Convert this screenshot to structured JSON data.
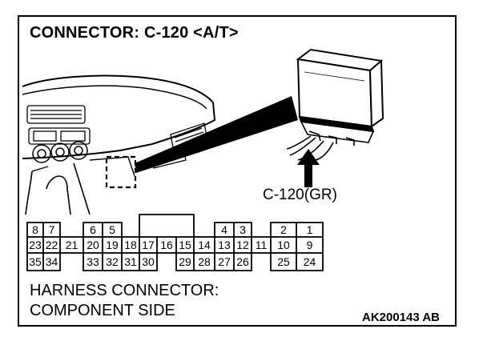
{
  "title": "CONNECTOR: C-120 <A/T>",
  "connector_label": "C-120(GR)",
  "caption": {
    "line1": "HARNESS CONNECTOR:",
    "line2": "COMPONENT SIDE"
  },
  "figure_code": "AK200143 AB",
  "pins": {
    "row1": [
      "8",
      "7",
      "6",
      "5",
      "4",
      "3",
      "2",
      "1"
    ],
    "row2": [
      "23",
      "22",
      "21",
      "20",
      "19",
      "18",
      "17",
      "16",
      "15",
      "14",
      "13",
      "12",
      "11",
      "10",
      "9"
    ],
    "row3": [
      "35",
      "34",
      "33",
      "32",
      "31",
      "30",
      "29",
      "28",
      "27",
      "26",
      "25",
      "24"
    ]
  }
}
